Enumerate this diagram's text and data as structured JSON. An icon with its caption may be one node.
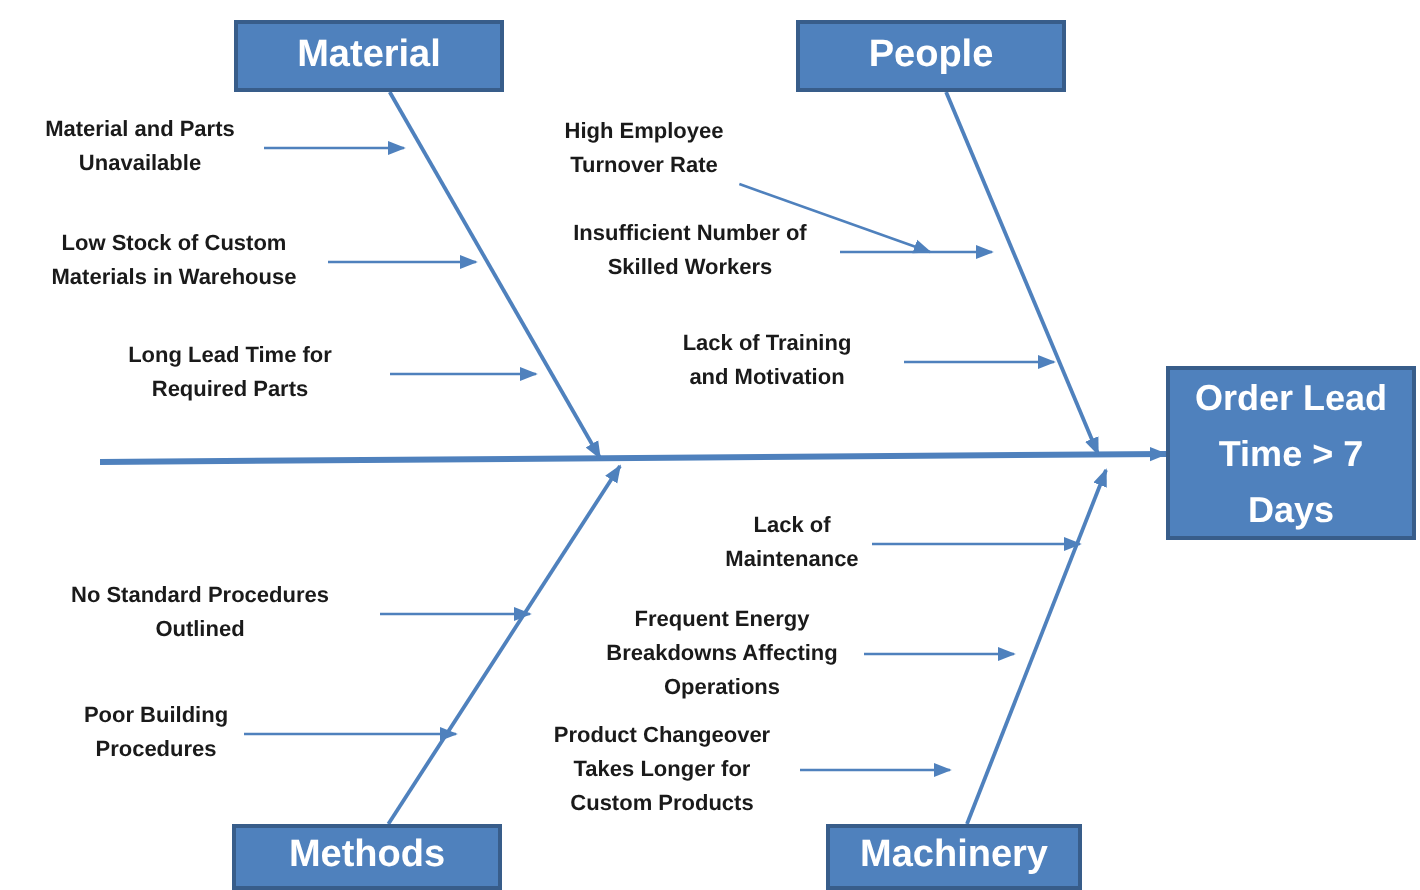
{
  "diagram": {
    "nodes": [
      {
        "text": [
          "Material"
        ]
      },
      {
        "text": [
          "People"
        ]
      },
      {
        "text": [
          "Material and Parts Unavailable"
        ]
      },
      {
        "text": [
          "High Employee Turnover Rate"
        ]
      },
      {
        "text": [
          "Low Stock of Custom Materials in Warehouse"
        ]
      },
      {
        "text": [
          "Insufficient Number of Skilled Workers"
        ]
      },
      {
        "text": [
          "Long Lead Time for Required Parts"
        ]
      },
      {
        "text": [
          "Lack of Training and Motivation"
        ]
      },
      {
        "text": [
          "Order Lead Time > 7 Days"
        ]
      },
      {
        "text": [
          "Lack of Maintenance"
        ]
      },
      {
        "text": [
          "No Standard Procedures Outlined"
        ]
      },
      {
        "text": [
          "Frequent Energy Breakdowns Affecting Operations"
        ]
      },
      {
        "text": [
          "Poor Building Procedures"
        ]
      },
      {
        "text": [
          "Product Changeover Takes Longer for Custom Products"
        ]
      },
      {
        "text": [
          "Methods"
        ]
      },
      {
        "text": [
          "Machinery"
        ]
      }
    ],
    "edges": [
      {
        "from": null,
        "to": 8,
        "arrow": "to",
        "style": "thick"
      },
      {
        "from": 0,
        "to": null,
        "arrow": "to"
      },
      {
        "from": 1,
        "to": null,
        "arrow": "to"
      },
      {
        "from": 14,
        "to": null,
        "arrow": "to"
      },
      {
        "from": 15,
        "to": null,
        "arrow": "to"
      },
      {
        "from": 2,
        "to": null,
        "arrow": "to"
      },
      {
        "from": 4,
        "to": null,
        "arrow": "to"
      },
      {
        "from": 6,
        "to": null,
        "arrow": "to"
      },
      {
        "from": 3,
        "to": null,
        "arrow": "to"
      },
      {
        "from": 5,
        "to": null,
        "arrow": "to"
      },
      {
        "from": 7,
        "to": null,
        "arrow": "to"
      },
      {
        "from": 9,
        "to": null,
        "arrow": "to"
      },
      {
        "from": 11,
        "to": null,
        "arrow": "to"
      },
      {
        "from": 13,
        "to": null,
        "arrow": "to"
      },
      {
        "from": 10,
        "to": null,
        "arrow": "to"
      },
      {
        "from": 12,
        "to": null,
        "arrow": "to"
      }
    ]
  }
}
